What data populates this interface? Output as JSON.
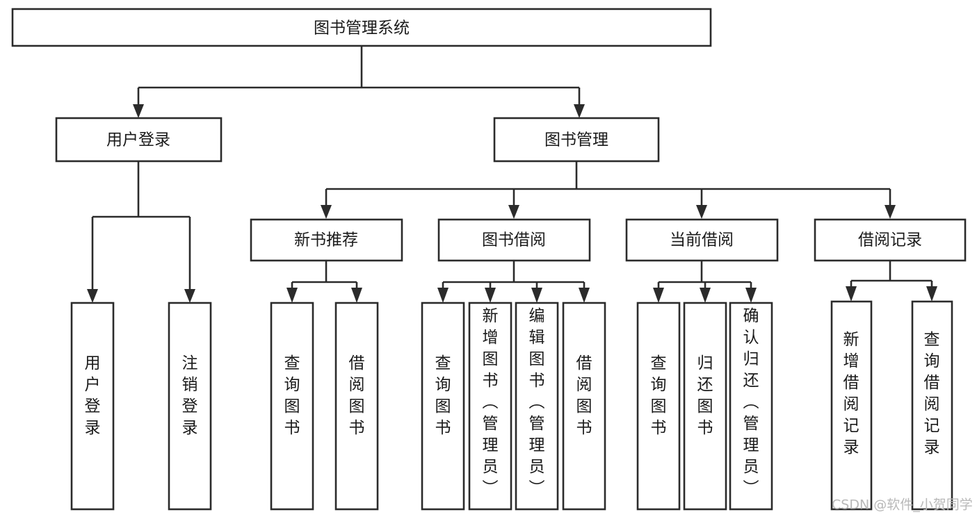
{
  "diagram": {
    "title": "图书管理系统",
    "type": "tree-hierarchy",
    "watermark": "CSDN @软件_小贺同学",
    "colors": {
      "box_stroke": "#2b2b2b",
      "box_fill": "#ffffff",
      "text": "#1a1a1a",
      "background": "#ffffff",
      "watermark": "#b9b9b9"
    },
    "nodes": {
      "root": {
        "label": "图书管理系统"
      },
      "level2": [
        {
          "label": "用户登录"
        },
        {
          "label": "图书管理"
        }
      ],
      "level3": [
        {
          "label": "新书推荐"
        },
        {
          "label": "图书借阅"
        },
        {
          "label": "当前借阅"
        },
        {
          "label": "借阅记录"
        }
      ],
      "leaves_user_login": [
        {
          "label": "用户登录"
        },
        {
          "label": "注销登录"
        }
      ],
      "leaves_new_book": [
        {
          "label": "查询图书"
        },
        {
          "label": "借阅图书"
        }
      ],
      "leaves_borrow": [
        {
          "label": "查询图书"
        },
        {
          "label": "新增图书（管理员）"
        },
        {
          "label": "编辑图书（管理员）"
        },
        {
          "label": "借阅图书"
        }
      ],
      "leaves_current": [
        {
          "label": "查询图书"
        },
        {
          "label": "归还图书"
        },
        {
          "label": "确认归还（管理员）"
        }
      ],
      "leaves_record": [
        {
          "label": "新增借阅记录"
        },
        {
          "label": "查询借阅记录"
        }
      ]
    }
  }
}
